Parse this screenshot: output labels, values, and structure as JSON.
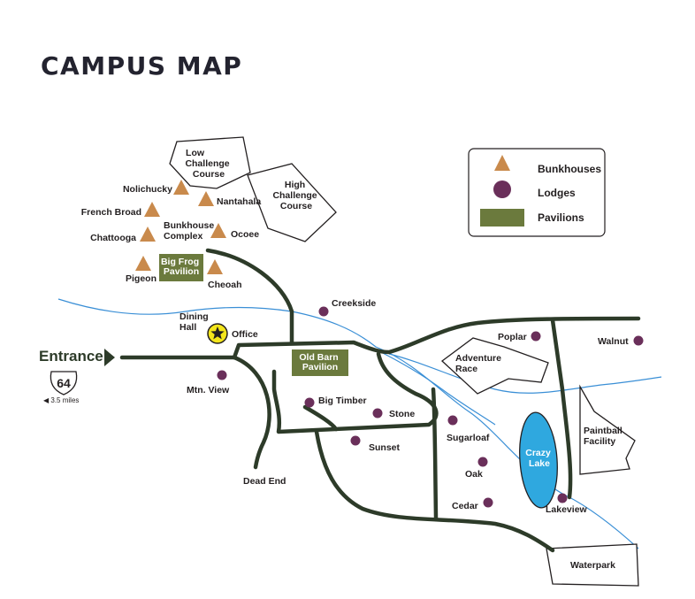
{
  "title": "CAMPUS MAP",
  "colors": {
    "road": "#2d3b29",
    "river": "#3a8fd6",
    "bunkhouse": "#c98a4c",
    "lodge": "#6a2f5a",
    "pavilion": "#6b7a3d",
    "lake": "#2fa8df",
    "office_marker": "#f4e61b"
  },
  "legend": {
    "bunkhouses": "Bunkhouses",
    "lodges": "Lodges",
    "pavilions": "Pavilions"
  },
  "entrance": {
    "label": "Entrance",
    "highway": "64",
    "distance": "◀ 3.5 miles"
  },
  "areas": {
    "low_challenge": [
      "Low",
      "Challenge",
      "Course"
    ],
    "high_challenge": [
      "High",
      "Challenge",
      "Course"
    ],
    "adventure_race": [
      "Adventure",
      "Race"
    ],
    "paintball": [
      "Paintball",
      "Facility"
    ],
    "waterpark": "Waterpark",
    "crazy_lake": [
      "Crazy",
      "Lake"
    ]
  },
  "bunkhouses": {
    "nolichucky": "Nolichucky",
    "nantahala": "Nantahala",
    "french_broad": "French Broad",
    "bunkhouse_complex": [
      "Bunkhouse",
      "Complex"
    ],
    "chattooga": "Chattooga",
    "ocoee": "Ocoee",
    "pigeon": "Pigeon",
    "cheoah": "Cheoah"
  },
  "pavilions": {
    "big_frog": [
      "Big Frog",
      "Pavilion"
    ],
    "old_barn": [
      "Old Barn",
      "Pavilion"
    ]
  },
  "buildings": {
    "dining_hall": [
      "Dining",
      "Hall"
    ],
    "office": "Office"
  },
  "lodges": {
    "creekside": "Creekside",
    "poplar": "Poplar",
    "walnut": "Walnut",
    "mtn_view": "Mtn. View",
    "big_timber": "Big Timber",
    "stone": "Stone",
    "sugarloaf": "Sugarloaf",
    "sunset": "Sunset",
    "oak": "Oak",
    "cedar": "Cedar",
    "lakeview": "Lakeview"
  },
  "road_labels": {
    "dead_end": "Dead End"
  }
}
